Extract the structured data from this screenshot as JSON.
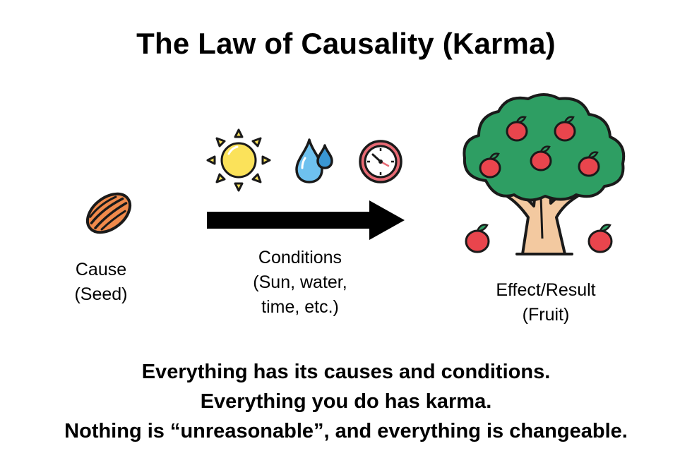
{
  "title": "The Law of Causality (Karma)",
  "cause": {
    "line1": "Cause",
    "line2": "(Seed)",
    "icon": "seed-icon"
  },
  "conditions": {
    "line1": "Conditions",
    "line2": "(Sun, water,",
    "line3": "time, etc.)",
    "icons": [
      "sun-icon",
      "water-drop-icon",
      "clock-icon"
    ]
  },
  "effect": {
    "line1": "Effect/Result",
    "line2": "(Fruit)",
    "icon": "apple-tree-icon"
  },
  "statements": [
    "Everything has its causes and conditions.",
    "Everything you do has karma.",
    "Nothing is “unreasonable”, and everything is changeable."
  ],
  "colors": {
    "seed": "#F08A4B",
    "sun": "#FBE25A",
    "water": "#6EC1EF",
    "clock": "#E86A74",
    "leaves": "#2E9E63",
    "apple": "#E9454D",
    "trunk": "#F3C9A0",
    "arrow": "#000000"
  }
}
